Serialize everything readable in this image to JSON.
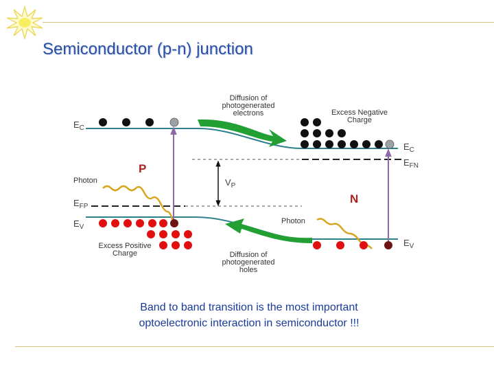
{
  "title": "Semiconductor (p-n) junction",
  "labels": {
    "ec_left": "E",
    "ec_left_sub": "C",
    "efp": "E",
    "efp_sub": "FP",
    "ev_left": "E",
    "ev_left_sub": "V",
    "ec_right": "E",
    "ec_right_sub": "C",
    "efn": "E",
    "efn_sub": "FN",
    "ev_right": "E",
    "ev_right_sub": "V",
    "vp": "V",
    "vp_sub": "P",
    "p_region": "P",
    "n_region": "N",
    "photon_left": "Photon",
    "photon_right": "Photon",
    "diffusion_electrons": [
      "Diffusion of",
      "photogenerated",
      "electrons"
    ],
    "excess_negative": [
      "Excess Negative",
      "Charge"
    ],
    "excess_positive": [
      "Excess Positive",
      "Charge"
    ],
    "diffusion_holes": [
      "Diffusion of",
      "photogenerated",
      "holes"
    ]
  },
  "caption": [
    "Band to band transition is the most important",
    "optoelectronic interaction in semiconductor !!!"
  ],
  "colors": {
    "title": "#2a4fa8",
    "band_line": "#2f7f8c",
    "electron": "#111111",
    "hole": "#e01010",
    "arrow_green": "#22a033",
    "photon": "#d8a520",
    "transition": "#9068a8",
    "accent_rule": "#d9c27a",
    "caption": "#1a3a9a"
  }
}
